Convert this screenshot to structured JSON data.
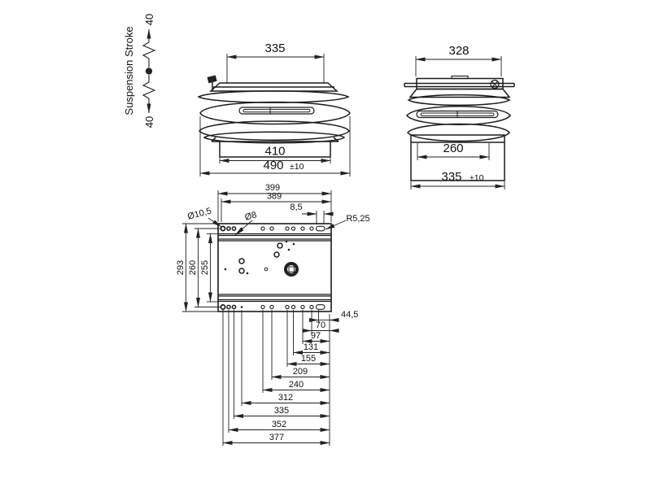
{
  "drawing": {
    "suspension_stroke": {
      "label": "Suspension Stroke",
      "top_value": "40",
      "bottom_value": "40"
    },
    "front_view": {
      "dim_top_width": "335",
      "dim_inner_width": "410",
      "dim_overall_width": "490",
      "tolerance": "±10"
    },
    "side_view": {
      "dim_top_width": "328",
      "dim_inner_width": "260",
      "dim_overall_width": "335",
      "tolerance": "±10"
    },
    "plan_view": {
      "dim_width_outer": "399",
      "dim_width_inner": "389",
      "callout_dia_large": "Ø10,5",
      "callout_dia_small": "Ø8",
      "dim_slot_pitch": "8,5",
      "callout_radius": "R5,25",
      "dim_height_outer": "293",
      "dim_height_mid": "260",
      "dim_height_inner": "255",
      "dim_offset_right": "44,5",
      "chain": [
        "70",
        "97",
        "131",
        "155",
        "209",
        "240",
        "312",
        "335",
        "352",
        "377"
      ]
    },
    "line_color": "#222222"
  }
}
